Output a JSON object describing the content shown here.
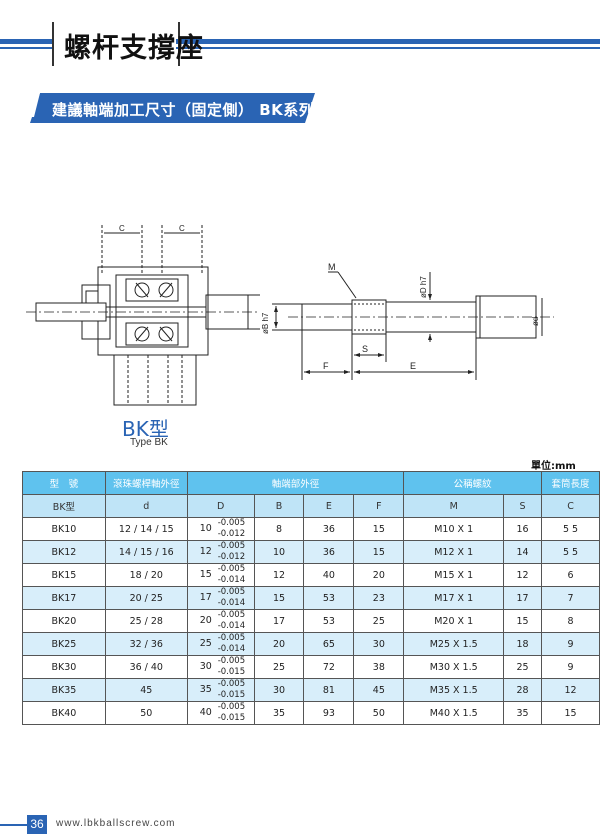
{
  "header": {
    "title": "螺杆支撐座"
  },
  "section": {
    "title": "建議軸端加工尺寸（固定側） BK系列"
  },
  "figure": {
    "type_label": "BK型",
    "type_sub": "Type  BK",
    "dims": {
      "c1": "C",
      "c2": "C",
      "M": "M",
      "S": "S",
      "F": "F",
      "E": "E",
      "B": "øB h7",
      "D": "øD h7",
      "d": "ød"
    }
  },
  "unit": "單位:mm",
  "table": {
    "head1": [
      "型　號",
      "滾珠螺桿軸外徑",
      "軸端部外徑",
      "公稱螺紋",
      "套筒長度"
    ],
    "head2": [
      "BK型",
      "d",
      "D",
      "B",
      "E",
      "F",
      "M",
      "S",
      "C"
    ],
    "rows": [
      {
        "model": "BK10",
        "d": "12 / 14 / 15",
        "D": "10",
        "tol1": "-0.005",
        "tol2": "-0.012",
        "B": "8",
        "E": "36",
        "F": "15",
        "M": "M10 X 1",
        "S": "16",
        "C": "5 5"
      },
      {
        "model": "BK12",
        "d": "14 / 15 / 16",
        "D": "12",
        "tol1": "-0.005",
        "tol2": "-0.012",
        "B": "10",
        "E": "36",
        "F": "15",
        "M": "M12 X 1",
        "S": "14",
        "C": "5 5"
      },
      {
        "model": "BK15",
        "d": "18 / 20",
        "D": "15",
        "tol1": "-0.005",
        "tol2": "-0.014",
        "B": "12",
        "E": "40",
        "F": "20",
        "M": "M15 X 1",
        "S": "12",
        "C": "6"
      },
      {
        "model": "BK17",
        "d": "20 / 25",
        "D": "17",
        "tol1": "-0.005",
        "tol2": "-0.014",
        "B": "15",
        "E": "53",
        "F": "23",
        "M": "M17 X 1",
        "S": "17",
        "C": "7"
      },
      {
        "model": "BK20",
        "d": "25 / 28",
        "D": "20",
        "tol1": "-0.005",
        "tol2": "-0.014",
        "B": "17",
        "E": "53",
        "F": "25",
        "M": "M20 X 1",
        "S": "15",
        "C": "8"
      },
      {
        "model": "BK25",
        "d": "32 / 36",
        "D": "25",
        "tol1": "-0.005",
        "tol2": "-0.014",
        "B": "20",
        "E": "65",
        "F": "30",
        "M": "M25 X 1.5",
        "S": "18",
        "C": "9"
      },
      {
        "model": "BK30",
        "d": "36 / 40",
        "D": "30",
        "tol1": "-0.005",
        "tol2": "-0.015",
        "B": "25",
        "E": "72",
        "F": "38",
        "M": "M30 X 1.5",
        "S": "25",
        "C": "9"
      },
      {
        "model": "BK35",
        "d": "45",
        "D": "35",
        "tol1": "-0.005",
        "tol2": "-0.015",
        "B": "30",
        "E": "81",
        "F": "45",
        "M": "M35 X 1.5",
        "S": "28",
        "C": "12"
      },
      {
        "model": "BK40",
        "d": "50",
        "D": "40",
        "tol1": "-0.005",
        "tol2": "-0.015",
        "B": "35",
        "E": "93",
        "F": "50",
        "M": "M40 X 1.5",
        "S": "35",
        "C": "15"
      }
    ]
  },
  "footer": {
    "page": "36",
    "website": "www.lbkballscrew.com"
  },
  "colors": {
    "accent": "#2a64b4",
    "table_head": "#5fc2ee",
    "table_sub": "#bfe4f7",
    "row_alt": "#d8eefa"
  }
}
